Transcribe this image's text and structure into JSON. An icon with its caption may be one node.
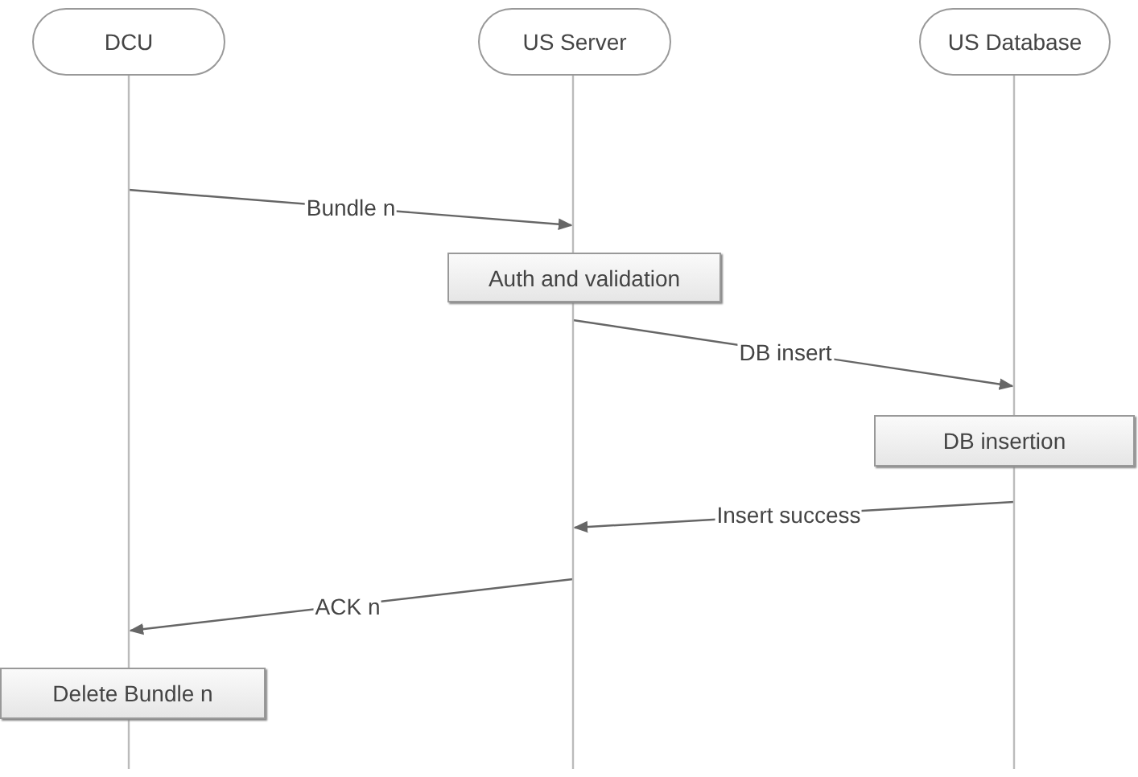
{
  "diagram": {
    "nodes": [
      {
        "text": [
          "DCU"
        ]
      },
      {
        "text": [
          "US Server"
        ]
      },
      {
        "text": [
          "US Database"
        ]
      },
      {
        "text": [
          "Auth and validation"
        ]
      },
      {
        "text": [
          "DB insertion"
        ]
      },
      {
        "text": [
          "Delete Bundle n"
        ]
      }
    ],
    "edges": [
      {
        "from": 0,
        "to": 1,
        "arrow": "to",
        "label": "Bundle n"
      },
      {
        "from": 1,
        "to": 2,
        "arrow": "to",
        "label": "DB insert"
      },
      {
        "from": 2,
        "to": 1,
        "arrow": "to",
        "label": "Insert success"
      },
      {
        "from": 1,
        "to": 0,
        "arrow": "to",
        "label": "ACK n"
      }
    ]
  }
}
